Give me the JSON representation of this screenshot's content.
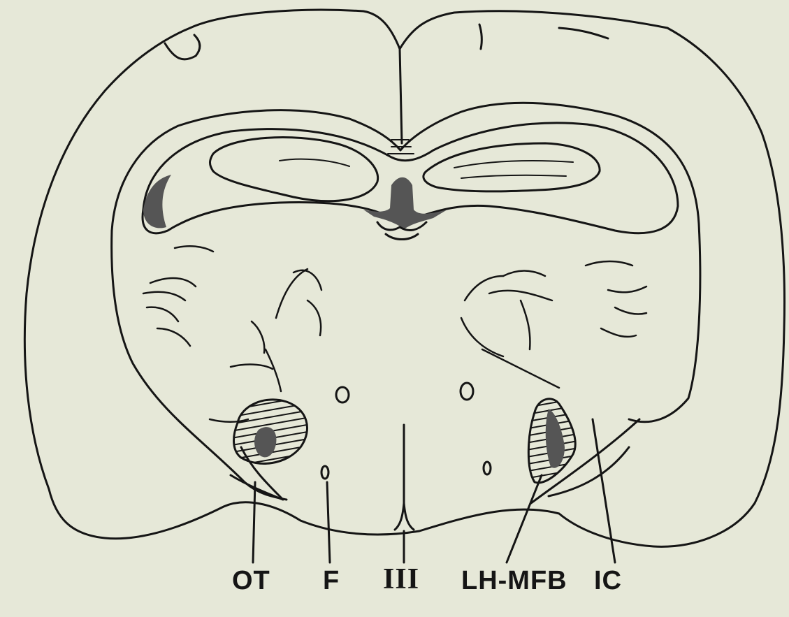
{
  "figure": {
    "background": "#e6e8d8",
    "ink": "#151515",
    "lesion_fill": "#555555"
  },
  "labels": {
    "ot": "OT",
    "f": "F",
    "iii": "III",
    "lh_mfb": "LH-MFB",
    "ic": "IC"
  }
}
